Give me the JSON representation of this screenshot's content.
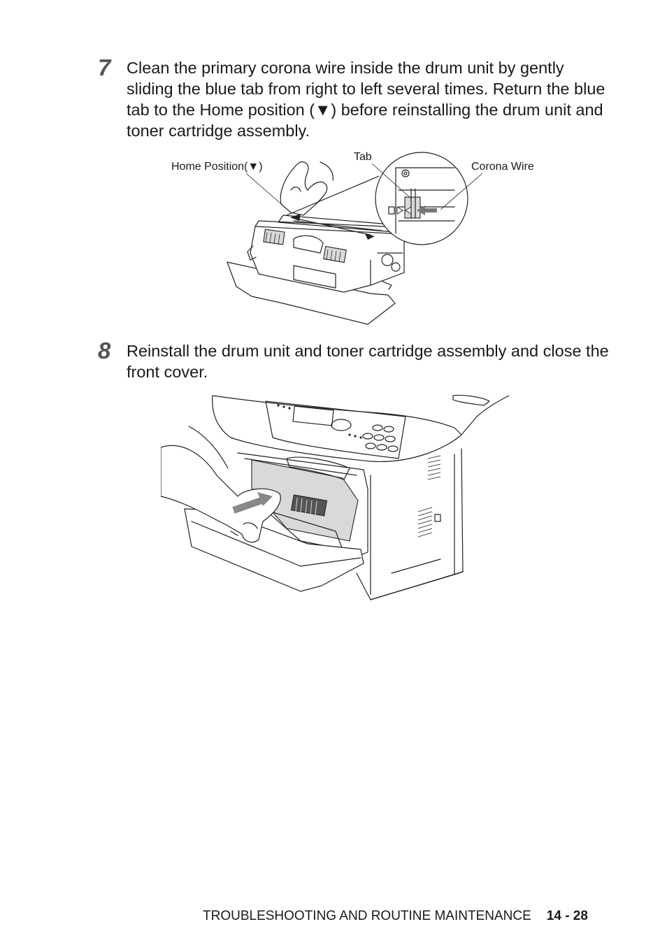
{
  "steps": [
    {
      "number": "7",
      "text": "Clean the primary corona wire inside the drum unit by gently sliding the blue tab from right to left several times. Return the blue tab to the Home position (▼) before reinstalling the drum unit and toner cartridge assembly."
    },
    {
      "number": "8",
      "text": "Reinstall the drum unit and toner cartridge assembly and close the front cover."
    }
  ],
  "figure1": {
    "callouts": {
      "home_position": "Home Position(▼)",
      "tab": "Tab",
      "corona_wire": "Corona Wire"
    }
  },
  "footer": {
    "section": "TROUBLESHOOTING AND ROUTINE MAINTENANCE",
    "page": "14 - 28"
  }
}
